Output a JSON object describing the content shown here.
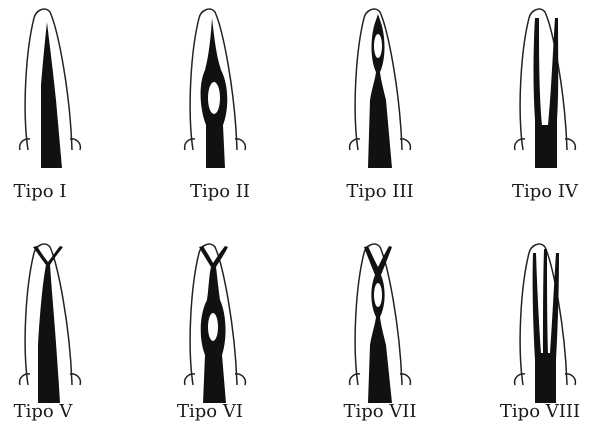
{
  "figure": {
    "items": [
      {
        "label": "Tipo I",
        "type": "I"
      },
      {
        "label": "Tipo II",
        "type": "II"
      },
      {
        "label": "Tipo III",
        "type": "III"
      },
      {
        "label": "Tipo IV",
        "type": "IV"
      },
      {
        "label": "Tipo V",
        "type": "V"
      },
      {
        "label": "Tipo VI",
        "type": "VI"
      },
      {
        "label": "Tipo VII",
        "type": "VII"
      },
      {
        "label": "Tipo VIII",
        "type": "VIII"
      }
    ],
    "canal_color": "#111111",
    "outline_color": "#222222"
  }
}
